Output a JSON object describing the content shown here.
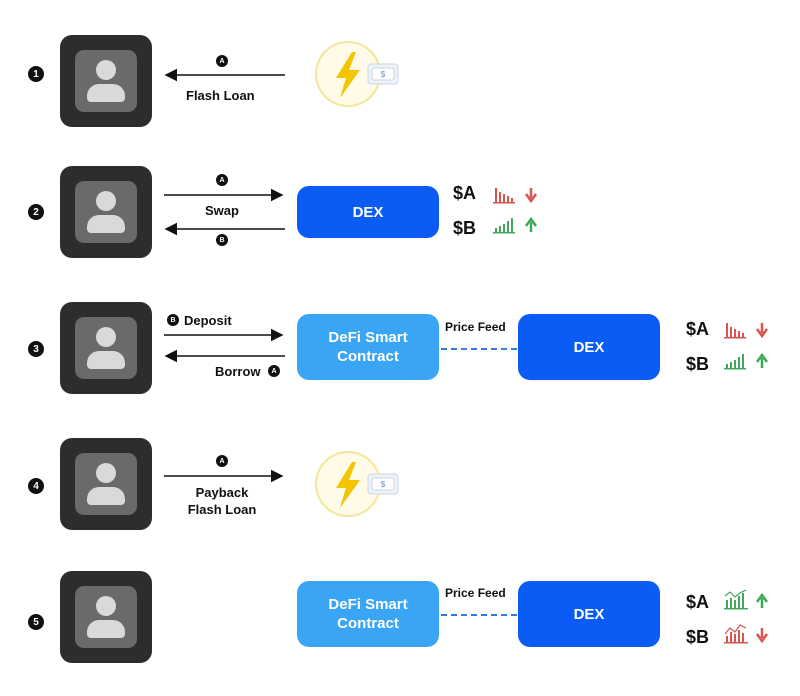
{
  "colors": {
    "dex": "#0b5cf5",
    "defi": "#3aa5f4",
    "avatar_bg": "#2d2d2d",
    "down": "#d9534f",
    "up": "#3fa85a",
    "bolt": "#f5c400"
  },
  "steps": [
    {
      "number": "1",
      "arrow_badge": "A",
      "arrow_label": "Flash Loan",
      "icon": "flash-loan-icon"
    },
    {
      "number": "2",
      "top_badge": "A",
      "top_label": "Swap",
      "bottom_badge": "B",
      "box": "DEX",
      "tokens": [
        {
          "symbol": "$A",
          "trend": "down"
        },
        {
          "symbol": "$B",
          "trend": "up"
        }
      ]
    },
    {
      "number": "3",
      "top_badge": "B",
      "top_label": "Deposit",
      "bottom_label": "Borrow",
      "bottom_badge": "A",
      "contract": "DeFi Smart Contract",
      "feed": "Price Feed",
      "box": "DEX",
      "tokens": [
        {
          "symbol": "$A",
          "trend": "down"
        },
        {
          "symbol": "$B",
          "trend": "up"
        }
      ]
    },
    {
      "number": "4",
      "arrow_badge": "A",
      "arrow_label_line1": "Payback",
      "arrow_label_line2": "Flash Loan",
      "icon": "flash-loan-icon"
    },
    {
      "number": "5",
      "contract": "DeFi Smart Contract",
      "feed": "Price Feed",
      "box": "DEX",
      "tokens": [
        {
          "symbol": "$A",
          "trend": "up"
        },
        {
          "symbol": "$B",
          "trend": "down"
        }
      ]
    }
  ]
}
